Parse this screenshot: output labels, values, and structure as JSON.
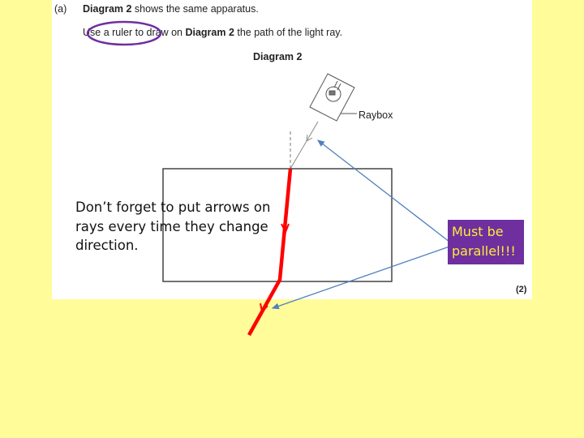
{
  "question": {
    "part": "(a)",
    "line1_bold": "Diagram 2",
    "line1_rest": " shows the same apparatus.",
    "line2_a": "Use a ruler to draw on ",
    "line2_bold": "Diagram 2",
    "line2_rest": " the path of the light ray.",
    "diagram_title": "Diagram 2",
    "raybox_label": "Raybox",
    "marks": "(2)"
  },
  "annotations": {
    "note": "Don’t forget to put arrows on rays every time they change direction.",
    "callout": "Must be parallel!!!",
    "callout_color": "#6F2F9F",
    "ray_color": "#FF0000",
    "pointer_color": "#4F81BD",
    "circle_color": "#6F2F9F"
  }
}
